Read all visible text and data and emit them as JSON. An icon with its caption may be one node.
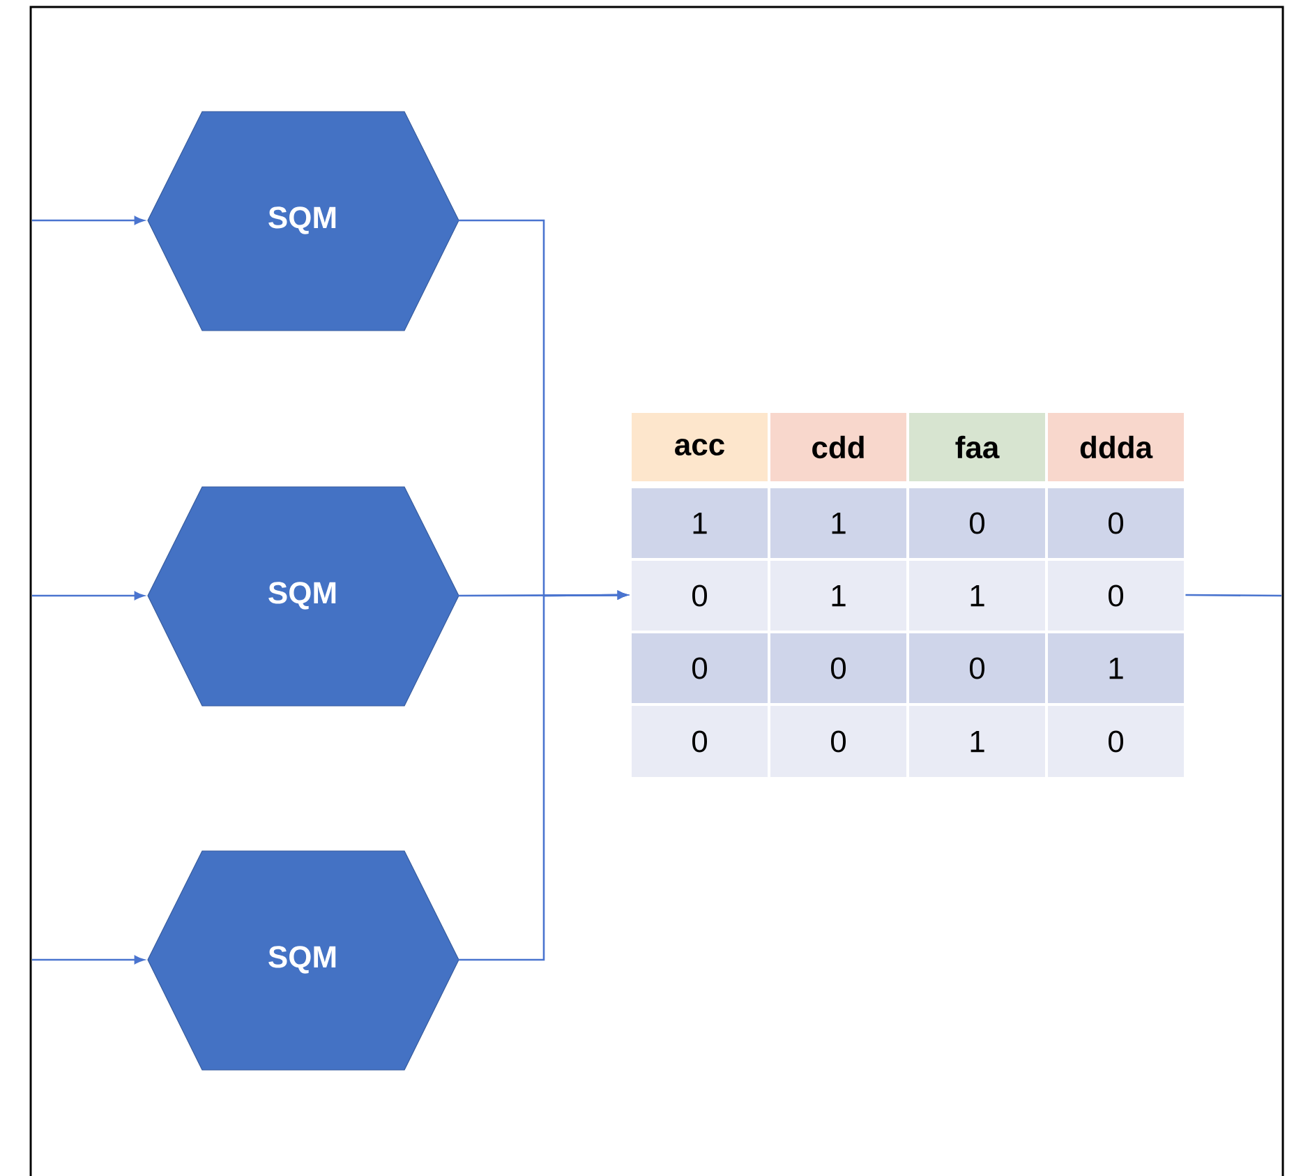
{
  "diagram": {
    "nodes": [
      {
        "text": [
          "SQM"
        ]
      },
      {
        "text": [
          "SQM"
        ]
      },
      {
        "text": [
          "SQM"
        ]
      },
      {
        "text": [
          "acc",
          "cdd",
          "faa",
          "ddda",
          "1",
          "1",
          "0",
          "0",
          "0",
          "1",
          "1",
          "0",
          "0",
          "0",
          "0",
          "1",
          "0",
          "0",
          "1",
          "0"
        ]
      }
    ],
    "edges": [
      {
        "from": null,
        "to": 0,
        "arrow": "to"
      },
      {
        "from": null,
        "to": 1,
        "arrow": "to"
      },
      {
        "from": null,
        "to": 2,
        "arrow": "to"
      },
      {
        "from": 0,
        "to": 3,
        "arrow": "to"
      },
      {
        "from": 1,
        "to": 3,
        "arrow": "to"
      },
      {
        "from": 2,
        "to": 3,
        "arrow": "to"
      },
      {
        "from": 3,
        "to": null,
        "arrow": "none"
      }
    ]
  }
}
